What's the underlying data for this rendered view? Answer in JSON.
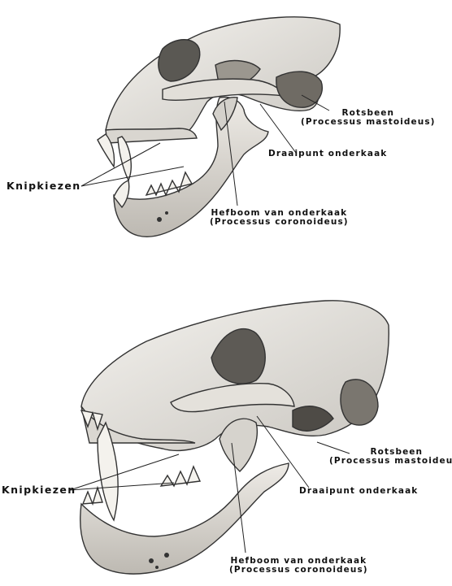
{
  "skulls": [
    {
      "knipkiezen": "Knipkiezen",
      "rotsbeen": [
        "Rotsbeen",
        "(Processus mastoideus)"
      ],
      "draaipunt": "Draaipunt onderkaak",
      "hefboom": [
        "Hefboom van onderkaak",
        "(Processus coronoideus)"
      ]
    },
    {
      "knipkiezen": "Knipkiezen",
      "rotsbeen": [
        "Rotsbeen",
        "(Processus mastoideus)"
      ],
      "draaipunt": "Draaipunt onderkaak",
      "hefboom": [
        "Hefboom van onderkaak",
        "(Processus coronoideus)"
      ]
    }
  ]
}
